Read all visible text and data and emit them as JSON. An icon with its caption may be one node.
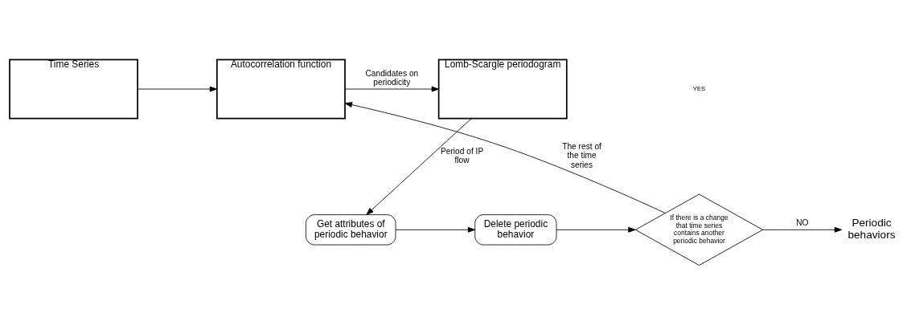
{
  "diagram": {
    "nodes": [
      {
        "text": [
          "Time Series"
        ]
      },
      {
        "text": [
          "Autocorrelation function"
        ]
      },
      {
        "text": [
          "Lomb-Scargle periodogram"
        ]
      },
      {
        "text": [
          "Get attributes of periodic behavior"
        ]
      },
      {
        "text": [
          "Delete periodic behavior"
        ]
      },
      {
        "text": [
          "If there is a change that time series contains another periodic behavior"
        ]
      },
      {
        "text": [
          "Periodic behaviors"
        ]
      }
    ],
    "edges": [
      {
        "from": 0,
        "to": 1,
        "arrow": "to"
      },
      {
        "from": 1,
        "to": 2,
        "arrow": "to",
        "label": "Candidates on periodicity"
      },
      {
        "from": 2,
        "to": 3,
        "arrow": "to",
        "label": "Period of IP flow"
      },
      {
        "from": 3,
        "to": 4,
        "arrow": "to"
      },
      {
        "from": 4,
        "to": 5,
        "arrow": "to"
      },
      {
        "from": 5,
        "to": 1,
        "arrow": "to",
        "label": "The rest of the time series"
      },
      {
        "from": 5,
        "to": 6,
        "arrow": "to",
        "label": "NO"
      }
    ],
    "labels": [
      "YES"
    ]
  }
}
